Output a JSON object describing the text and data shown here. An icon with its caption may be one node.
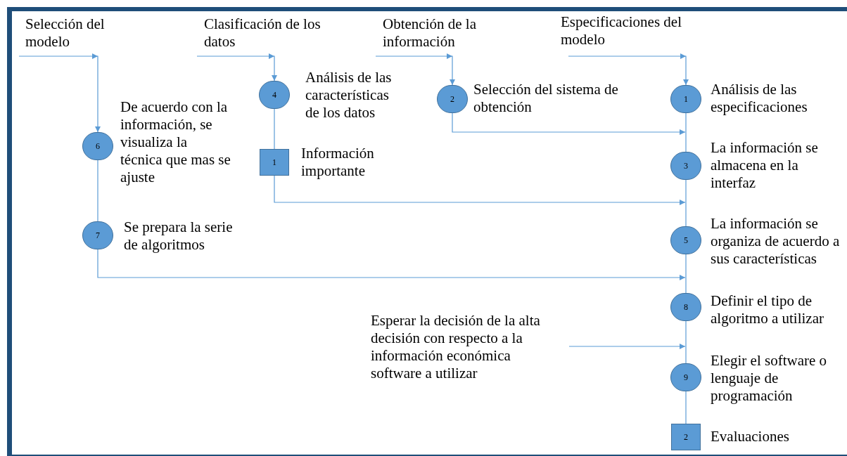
{
  "diagram": {
    "nodes": [
      {
        "text": [
          "Selección del modelo"
        ]
      },
      {
        "text": [
          "Clasificación de los datos"
        ]
      },
      {
        "text": [
          "Obtención de la información"
        ]
      },
      {
        "text": [
          "Especificaciones del modelo"
        ]
      },
      {
        "text": [
          "4"
        ],
        "beside": [
          "Análisis de las características de los datos"
        ]
      },
      {
        "text": [
          "2"
        ],
        "beside": [
          "Selección del sistema de obtención"
        ]
      },
      {
        "text": [
          "1"
        ],
        "beside": [
          "Análisis de las especificaciones"
        ]
      },
      {
        "text": [
          "6"
        ],
        "beside": [
          "De acuerdo con la información, se visualiza la técnica que mas se ajuste"
        ]
      },
      {
        "text": [
          "1"
        ],
        "beside": [
          "Información importante"
        ]
      },
      {
        "text": [
          "3"
        ],
        "beside": [
          "La información se almacena en la interfaz"
        ]
      },
      {
        "text": [
          "7"
        ],
        "beside": [
          "Se prepara la serie de algoritmos"
        ]
      },
      {
        "text": [
          "5"
        ],
        "beside": [
          "La información se organiza de acuerdo a sus características"
        ]
      },
      {
        "text": [
          "8"
        ],
        "beside": [
          "Definir el tipo de algoritmo a utilizar"
        ]
      },
      {
        "text": [
          "Esperar la decisión de la alta decisión con respecto a la información económica software a utilizar"
        ]
      },
      {
        "text": [
          "9"
        ],
        "beside": [
          "Elegir el software o lenguaje de programación"
        ]
      },
      {
        "text": [
          "2"
        ],
        "beside": [
          "Evaluaciones"
        ]
      }
    ],
    "edges": [
      {
        "from": 0,
        "to": 7,
        "arrow": "to"
      },
      {
        "from": 7,
        "to": 10,
        "arrow": "none"
      },
      {
        "from": 10,
        "to": 12,
        "arrow": "to"
      },
      {
        "from": 1,
        "to": 4,
        "arrow": "to"
      },
      {
        "from": 4,
        "to": 8,
        "arrow": "none"
      },
      {
        "from": 8,
        "to": 11,
        "arrow": "to"
      },
      {
        "from": 2,
        "to": 5,
        "arrow": "to"
      },
      {
        "from": 5,
        "to": 9,
        "arrow": "to"
      },
      {
        "from": 3,
        "to": 6,
        "arrow": "to"
      },
      {
        "from": 6,
        "to": 9,
        "arrow": "none"
      },
      {
        "from": 9,
        "to": 11,
        "arrow": "none"
      },
      {
        "from": 11,
        "to": 12,
        "arrow": "none"
      },
      {
        "from": 13,
        "to": 14,
        "arrow": "to"
      },
      {
        "from": 12,
        "to": 14,
        "arrow": "none"
      },
      {
        "from": 14,
        "to": 15,
        "arrow": "none"
      }
    ]
  }
}
